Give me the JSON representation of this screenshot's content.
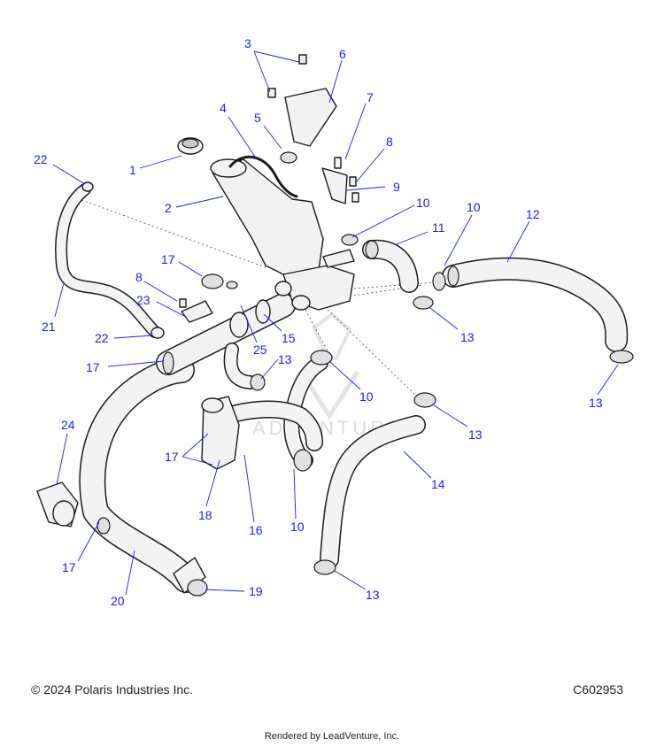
{
  "watermark": "ADVENTURE",
  "callouts": [
    {
      "id": "c-3",
      "text": "3"
    },
    {
      "id": "c-6",
      "text": "6"
    },
    {
      "id": "c-4",
      "text": "4"
    },
    {
      "id": "c-5",
      "text": "5"
    },
    {
      "id": "c-7",
      "text": "7"
    },
    {
      "id": "c-8a",
      "text": "8"
    },
    {
      "id": "c-22a",
      "text": "22"
    },
    {
      "id": "c-1",
      "text": "1"
    },
    {
      "id": "c-9",
      "text": "9"
    },
    {
      "id": "c-2",
      "text": "2"
    },
    {
      "id": "c-10a",
      "text": "10"
    },
    {
      "id": "c-10b",
      "text": "10"
    },
    {
      "id": "c-12",
      "text": "12"
    },
    {
      "id": "c-11",
      "text": "11"
    },
    {
      "id": "c-17a",
      "text": "17"
    },
    {
      "id": "c-8b",
      "text": "8"
    },
    {
      "id": "c-23",
      "text": "23"
    },
    {
      "id": "c-21",
      "text": "21"
    },
    {
      "id": "c-22b",
      "text": "22"
    },
    {
      "id": "c-25",
      "text": "25"
    },
    {
      "id": "c-15",
      "text": "15"
    },
    {
      "id": "c-13a",
      "text": "13"
    },
    {
      "id": "c-13b",
      "text": "13"
    },
    {
      "id": "c-17b",
      "text": "17"
    },
    {
      "id": "c-13c",
      "text": "13"
    },
    {
      "id": "c-10c",
      "text": "10"
    },
    {
      "id": "c-13d",
      "text": "13"
    },
    {
      "id": "c-24",
      "text": "24"
    },
    {
      "id": "c-17c",
      "text": "17"
    },
    {
      "id": "c-18",
      "text": "18"
    },
    {
      "id": "c-14",
      "text": "14"
    },
    {
      "id": "c-16",
      "text": "16"
    },
    {
      "id": "c-10d",
      "text": "10"
    },
    {
      "id": "c-17d",
      "text": "17"
    },
    {
      "id": "c-19",
      "text": "19"
    },
    {
      "id": "c-20",
      "text": "20"
    },
    {
      "id": "c-13e",
      "text": "13"
    }
  ],
  "footer": {
    "copyright": "© 2024 Polaris Industries Inc.",
    "diagram_code": "C602953",
    "rendered_by": "Rendered by LeadVenture, Inc."
  },
  "colors": {
    "callout": "#1a1aff",
    "linework": "#1b1b1b",
    "part_fill": "#f2f2f2"
  }
}
